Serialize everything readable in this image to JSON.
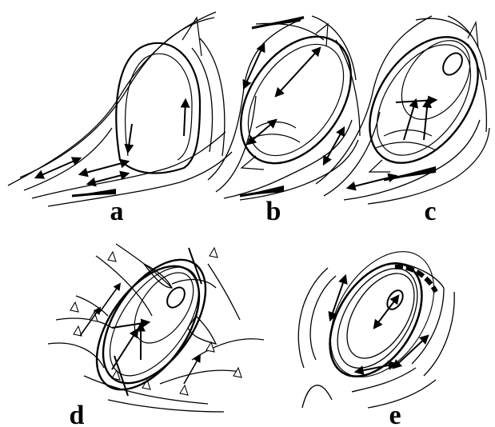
{
  "figure": {
    "panels": [
      {
        "id": "a",
        "label": "a"
      },
      {
        "id": "b",
        "label": "b"
      },
      {
        "id": "c",
        "label": "c"
      },
      {
        "id": "d",
        "label": "d"
      },
      {
        "id": "e",
        "label": "e"
      }
    ]
  },
  "colors": {
    "ink": "#000000",
    "background": "#ffffff"
  }
}
